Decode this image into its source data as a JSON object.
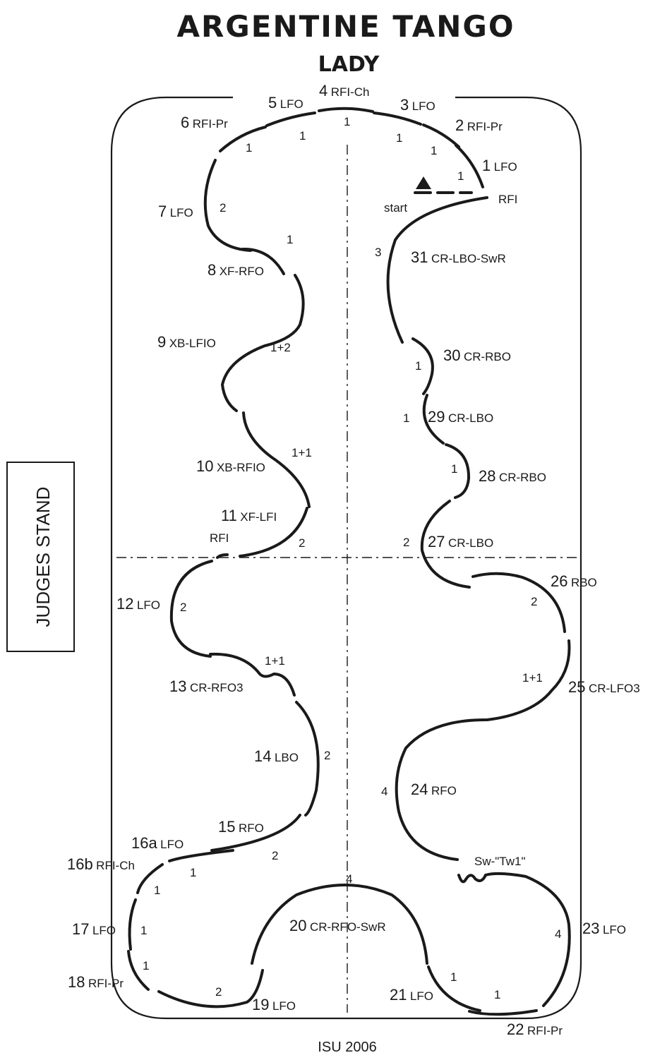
{
  "title": "ARGENTINE TANGO",
  "subtitle": "LADY",
  "judges_stand": "JUDGES STAND",
  "footer": "ISU 2006",
  "start_label": "start",
  "steps": [
    {
      "num": "1",
      "code": "LFO"
    },
    {
      "num": "",
      "code": "RFI"
    },
    {
      "num": "2",
      "code": "RFI-Pr"
    },
    {
      "num": "3",
      "code": "LFO"
    },
    {
      "num": "4",
      "code": "RFI-Ch"
    },
    {
      "num": "5",
      "code": "LFO"
    },
    {
      "num": "6",
      "code": "RFI-Pr"
    },
    {
      "num": "7",
      "code": "LFO"
    },
    {
      "num": "8",
      "code": "XF-RFO"
    },
    {
      "num": "9",
      "code": "XB-LFIO"
    },
    {
      "num": "10",
      "code": "XB-RFIO"
    },
    {
      "num": "11",
      "code": "XF-LFI"
    },
    {
      "num": "",
      "code": "RFI"
    },
    {
      "num": "12",
      "code": "LFO"
    },
    {
      "num": "13",
      "code": "CR-RFO3"
    },
    {
      "num": "14",
      "code": "LBO"
    },
    {
      "num": "15",
      "code": "RFO"
    },
    {
      "num": "16a",
      "code": "LFO"
    },
    {
      "num": "16b",
      "code": "RFI-Ch"
    },
    {
      "num": "17",
      "code": "LFO"
    },
    {
      "num": "18",
      "code": "RFI-Pr"
    },
    {
      "num": "19",
      "code": "LFO"
    },
    {
      "num": "20",
      "code": "CR-RFO-SwR"
    },
    {
      "num": "21",
      "code": "LFO"
    },
    {
      "num": "22",
      "code": "RFI-Pr"
    },
    {
      "num": "23",
      "code": "LFO"
    },
    {
      "num": "",
      "code": "Sw-\"Tw1\""
    },
    {
      "num": "24",
      "code": "RFO"
    },
    {
      "num": "25",
      "code": "CR-LFO3"
    },
    {
      "num": "26",
      "code": "RBO"
    },
    {
      "num": "27",
      "code": "CR-LBO"
    },
    {
      "num": "28",
      "code": "CR-RBO"
    },
    {
      "num": "29",
      "code": "CR-LBO"
    },
    {
      "num": "30",
      "code": "CR-RBO"
    },
    {
      "num": "31",
      "code": "CR-LBO-SwR"
    }
  ],
  "beats": [
    "1",
    "1",
    "1",
    "1",
    "1",
    "1",
    "2",
    "1",
    "1+2",
    "1+1",
    "2",
    "2",
    "1+1",
    "2",
    "2",
    "1",
    "1",
    "1",
    "1",
    "2",
    "4",
    "1",
    "1",
    "4",
    "4",
    "1+1",
    "2",
    "2",
    "1",
    "1",
    "1",
    "3"
  ]
}
